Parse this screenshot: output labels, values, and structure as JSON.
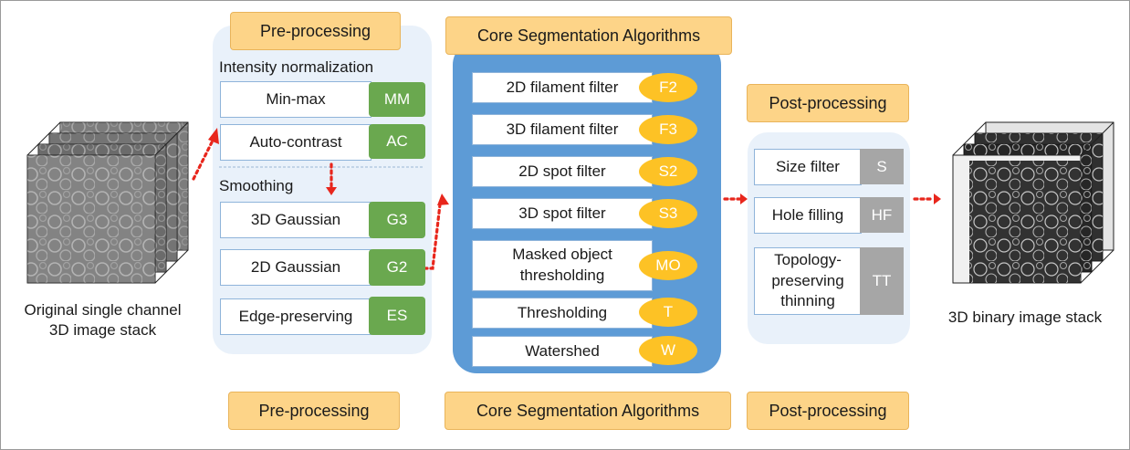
{
  "header_labels": {
    "pre": "Pre-processing",
    "core": "Core Segmentation  Algorithms",
    "post": "Post-processing"
  },
  "footer_labels": {
    "pre": "Pre-processing",
    "core": "Core Segmentation  Algorithms",
    "post": "Post-processing"
  },
  "input": {
    "caption_line1": "Original single channel",
    "caption_line2": "3D image stack"
  },
  "output": {
    "caption": "3D binary image stack"
  },
  "preprocessing": {
    "intensity_title": "Intensity normalization",
    "smoothing_title": "Smoothing",
    "items": [
      {
        "label": "Min-max",
        "code": "MM"
      },
      {
        "label": "Auto-contrast",
        "code": "AC"
      },
      {
        "label": "3D Gaussian",
        "code": "G3"
      },
      {
        "label": "2D Gaussian",
        "code": "G2"
      },
      {
        "label": "Edge-preserving",
        "code": "ES"
      }
    ]
  },
  "core": {
    "items": [
      {
        "label": "2D filament filter",
        "code": "F2"
      },
      {
        "label": "3D filament filter",
        "code": "F3"
      },
      {
        "label": "2D spot filter",
        "code": "S2"
      },
      {
        "label": "3D spot filter",
        "code": "S3"
      },
      {
        "label_line1": "Masked object",
        "label_line2": "thresholding",
        "code": "MO"
      },
      {
        "label": "Thresholding",
        "code": "T"
      },
      {
        "label": "Watershed",
        "code": "W"
      }
    ]
  },
  "postprocessing": {
    "items": [
      {
        "label": "Size filter",
        "code": "S"
      },
      {
        "label": "Hole filling",
        "code": "HF"
      },
      {
        "label_line1": "Topology-",
        "label_line2": "preserving",
        "label_line3": "thinning",
        "code": "TT"
      }
    ]
  },
  "colors": {
    "label_fill": "#fdd488",
    "core_panel": "#5d9bd6",
    "green_badge": "#6aa84f",
    "gold_badge": "#fdc225",
    "gray_badge": "#a6a6a6",
    "arrow": "#e8261c"
  }
}
